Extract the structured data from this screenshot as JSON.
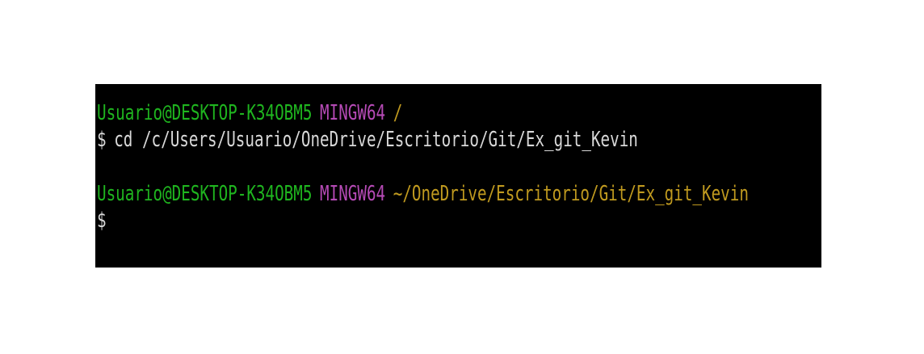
{
  "colors": {
    "background": "#000000",
    "user": "#1fb51f",
    "env": "#b54ab5",
    "path": "#c09a1f",
    "text": "#d8d8d8"
  },
  "terminal": {
    "prompt1": {
      "user_host": "Usuario@DESKTOP-K34OBM5",
      "env": "MINGW64",
      "path": "/"
    },
    "command1": {
      "symbol": "$",
      "text": "cd /c/Users/Usuario/OneDrive/Escritorio/Git/Ex_git_Kevin"
    },
    "prompt2": {
      "user_host": "Usuario@DESKTOP-K34OBM5",
      "env": "MINGW64",
      "path": "~/OneDrive/Escritorio/Git/Ex_git_Kevin"
    },
    "command2": {
      "symbol": "$",
      "text": ""
    }
  }
}
